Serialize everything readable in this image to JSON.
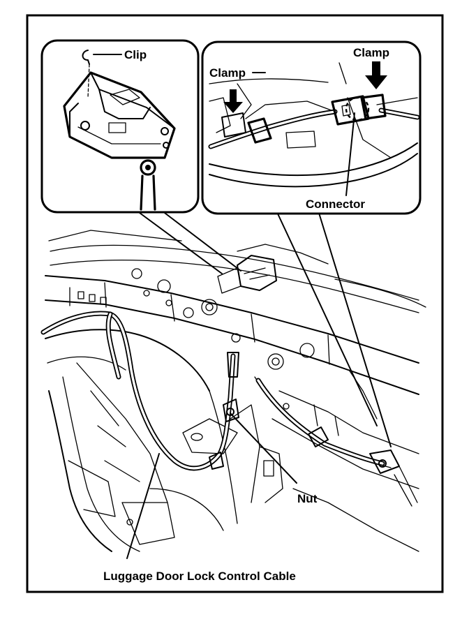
{
  "labels": {
    "clip": "Clip",
    "clamp_left": "Clamp",
    "clamp_right": "Clamp",
    "connector": "Connector",
    "nut": "Nut",
    "cable": "Luggage Door Lock Control Cable"
  },
  "icons": [
    "clamp-arrow-icon",
    "clamp-arrow-icon"
  ],
  "colors": {
    "ink": "#000000",
    "paper": "#ffffff"
  }
}
